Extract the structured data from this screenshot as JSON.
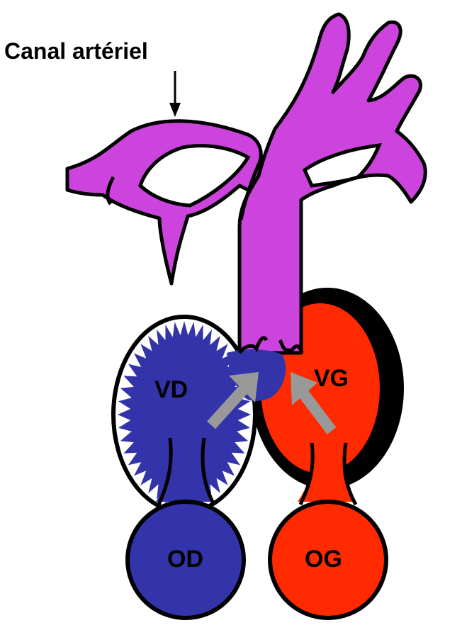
{
  "labels": {
    "title": "Canal artériel",
    "vd": "VD",
    "vg": "VG",
    "od": "OD",
    "og": "OG"
  },
  "colors": {
    "vessel": "#cc44dd",
    "right_heart": "#3333aa",
    "left_heart": "#ff2a00",
    "outline": "#000000",
    "arrow": "#999999"
  }
}
